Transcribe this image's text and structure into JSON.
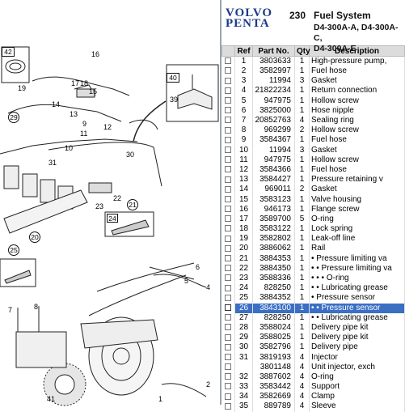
{
  "header": {
    "logo_top": "VOLVO",
    "logo_bottom": "PENTA",
    "page_number": "230",
    "section_title": "Fuel System",
    "models_line1": "D4-300A-A, D4-300A-C,",
    "models_line2": "D4-300A-E"
  },
  "table": {
    "columns": [
      "",
      "Ref",
      "Part No.",
      "Qty",
      "Description"
    ],
    "rows": [
      {
        "ref": "1",
        "part": "3803633",
        "qty": "1",
        "desc": "High-pressure pump,"
      },
      {
        "ref": "2",
        "part": "3582997",
        "qty": "1",
        "desc": "Fuel hose"
      },
      {
        "ref": "3",
        "part": "11994",
        "qty": "3",
        "desc": "Gasket"
      },
      {
        "ref": "4",
        "part": "21822234",
        "qty": "1",
        "desc": "Return connection"
      },
      {
        "ref": "5",
        "part": "947975",
        "qty": "1",
        "desc": "Hollow screw"
      },
      {
        "ref": "6",
        "part": "3825000",
        "qty": "1",
        "desc": "Hose nipple"
      },
      {
        "ref": "7",
        "part": "20852763",
        "qty": "4",
        "desc": "Sealing ring"
      },
      {
        "ref": "8",
        "part": "969299",
        "qty": "2",
        "desc": "Hollow screw"
      },
      {
        "ref": "9",
        "part": "3584367",
        "qty": "1",
        "desc": "Fuel hose"
      },
      {
        "ref": "10",
        "part": "11994",
        "qty": "3",
        "desc": "Gasket"
      },
      {
        "ref": "11",
        "part": "947975",
        "qty": "1",
        "desc": "Hollow screw"
      },
      {
        "ref": "12",
        "part": "3584366",
        "qty": "1",
        "desc": "Fuel hose"
      },
      {
        "ref": "13",
        "part": "3584427",
        "qty": "1",
        "desc": "Pressure retaining v"
      },
      {
        "ref": "14",
        "part": "969011",
        "qty": "2",
        "desc": "Gasket"
      },
      {
        "ref": "15",
        "part": "3583123",
        "qty": "1",
        "desc": "Valve housing"
      },
      {
        "ref": "16",
        "part": "946173",
        "qty": "1",
        "desc": "Flange screw"
      },
      {
        "ref": "17",
        "part": "3589700",
        "qty": "5",
        "desc": "O-ring"
      },
      {
        "ref": "18",
        "part": "3583122",
        "qty": "1",
        "desc": "Lock spring"
      },
      {
        "ref": "19",
        "part": "3582802",
        "qty": "1",
        "desc": "Leak-off line"
      },
      {
        "ref": "20",
        "part": "3886062",
        "qty": "1",
        "desc": "Rail"
      },
      {
        "ref": "21",
        "part": "3884353",
        "qty": "1",
        "desc": "• Pressure limiting va"
      },
      {
        "ref": "22",
        "part": "3884350",
        "qty": "1",
        "desc": "• • Pressure limiting va"
      },
      {
        "ref": "23",
        "part": "3588336",
        "qty": "1",
        "desc": "• • • O-ring"
      },
      {
        "ref": "24",
        "part": "828250",
        "qty": "1",
        "desc": "• • Lubricating grease"
      },
      {
        "ref": "25",
        "part": "3884352",
        "qty": "1",
        "desc": "• Pressure sensor"
      },
      {
        "ref": "26",
        "part": "3843100",
        "qty": "1",
        "desc": "• • Pressure sensor",
        "selected": true
      },
      {
        "ref": "27",
        "part": "828250",
        "qty": "1",
        "desc": "• • Lubricating grease"
      },
      {
        "ref": "28",
        "part": "3588024",
        "qty": "1",
        "desc": "Delivery pipe kit"
      },
      {
        "ref": "29",
        "part": "3588025",
        "qty": "1",
        "desc": "Delivery pipe kit"
      },
      {
        "ref": "30",
        "part": "3582796",
        "qty": "1",
        "desc": "Delivery pipe"
      },
      {
        "ref": "31",
        "part": "3819193",
        "qty": "4",
        "desc": "Injector"
      },
      {
        "ref": "",
        "part": "3801148",
        "qty": "4",
        "desc": "Unit injector, exch"
      },
      {
        "ref": "32",
        "part": "3887602",
        "qty": "4",
        "desc": "O-ring"
      },
      {
        "ref": "33",
        "part": "3583442",
        "qty": "4",
        "desc": "Support"
      },
      {
        "ref": "34",
        "part": "3582669",
        "qty": "4",
        "desc": "Clamp"
      },
      {
        "ref": "35",
        "part": "889789",
        "qty": "4",
        "desc": "Sleeve"
      }
    ]
  },
  "diagram": {
    "callouts": [
      "42",
      "16",
      "19",
      "17",
      "18",
      "15",
      "14",
      "29",
      "13",
      "12",
      "11",
      "10",
      "9",
      "31",
      "30",
      "40",
      "39",
      "22",
      "23",
      "21",
      "24",
      "20",
      "25",
      "5",
      "6",
      "4",
      "2",
      "41",
      "7",
      "8",
      "1"
    ]
  },
  "colors": {
    "selection": "#3a6fc4",
    "logo": "#1a3a8a",
    "header_bg": "#dcdcdc"
  }
}
